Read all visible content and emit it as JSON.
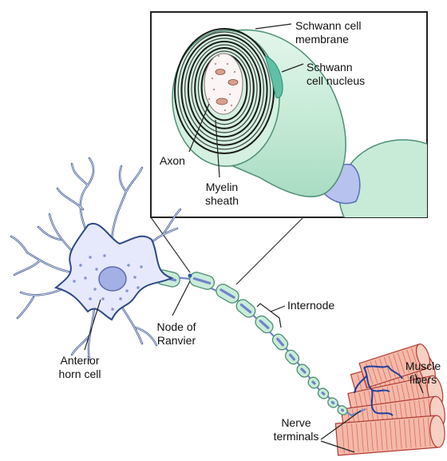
{
  "labels": {
    "schwann_cell_membrane": "Schwann cell\nmembrane",
    "schwann_cell_nucleus": "Schwann\ncell nucleus",
    "axon": "Axon",
    "myelin_sheath": "Myelin\nsheath",
    "internode": "Internode",
    "node_of_ranvier": "Node of\nRanvier",
    "anterior_horn_cell": "Anterior\nhorn cell",
    "muscle_fibers": "Muscle\nfibers",
    "nerve_terminals": "Nerve\nterminals"
  },
  "colors": {
    "sheath_fill": "#c9ecd9",
    "sheath_edge": "#4d8f74",
    "axon_blue": "#6f84c9",
    "neuron_fill": "#e6e9fb",
    "neuron_edge": "#2c4a86",
    "nucleus": "#a3b0e6",
    "muscle_fill": "#f3b9a9",
    "muscle_stripe": "#d9584b",
    "terminal_blue": "#1f3f9e",
    "nucleus_teal": "#5fc0a5"
  }
}
